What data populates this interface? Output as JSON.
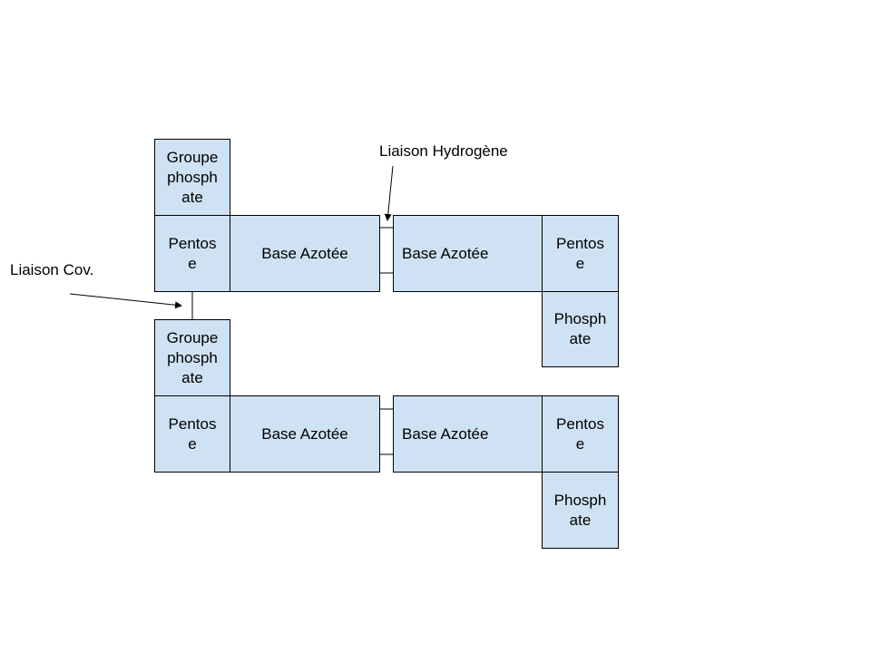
{
  "labels": {
    "hydrogen_bond": "Liaison Hydrogène",
    "covalent_bond": "Liaison Cov."
  },
  "top_pair": {
    "left_phosphate": "Groupe\nphosph\nate",
    "left_pentose": "Pentos\ne",
    "left_base": "Base Azotée",
    "right_base": "Base Azotée",
    "right_pentose": "Pentos\ne",
    "right_phosphate": "Phosph\nate"
  },
  "bottom_pair": {
    "left_phosphate": "Groupe\nphosph\nate",
    "left_pentose": "Pentos\ne",
    "left_base": "Base Azotée",
    "right_base": "Base Azotée",
    "right_pentose": "Pentos\ne",
    "right_phosphate": "Phosph\nate"
  },
  "colors": {
    "box_fill": "#cfe2f3",
    "stroke": "#000000"
  }
}
